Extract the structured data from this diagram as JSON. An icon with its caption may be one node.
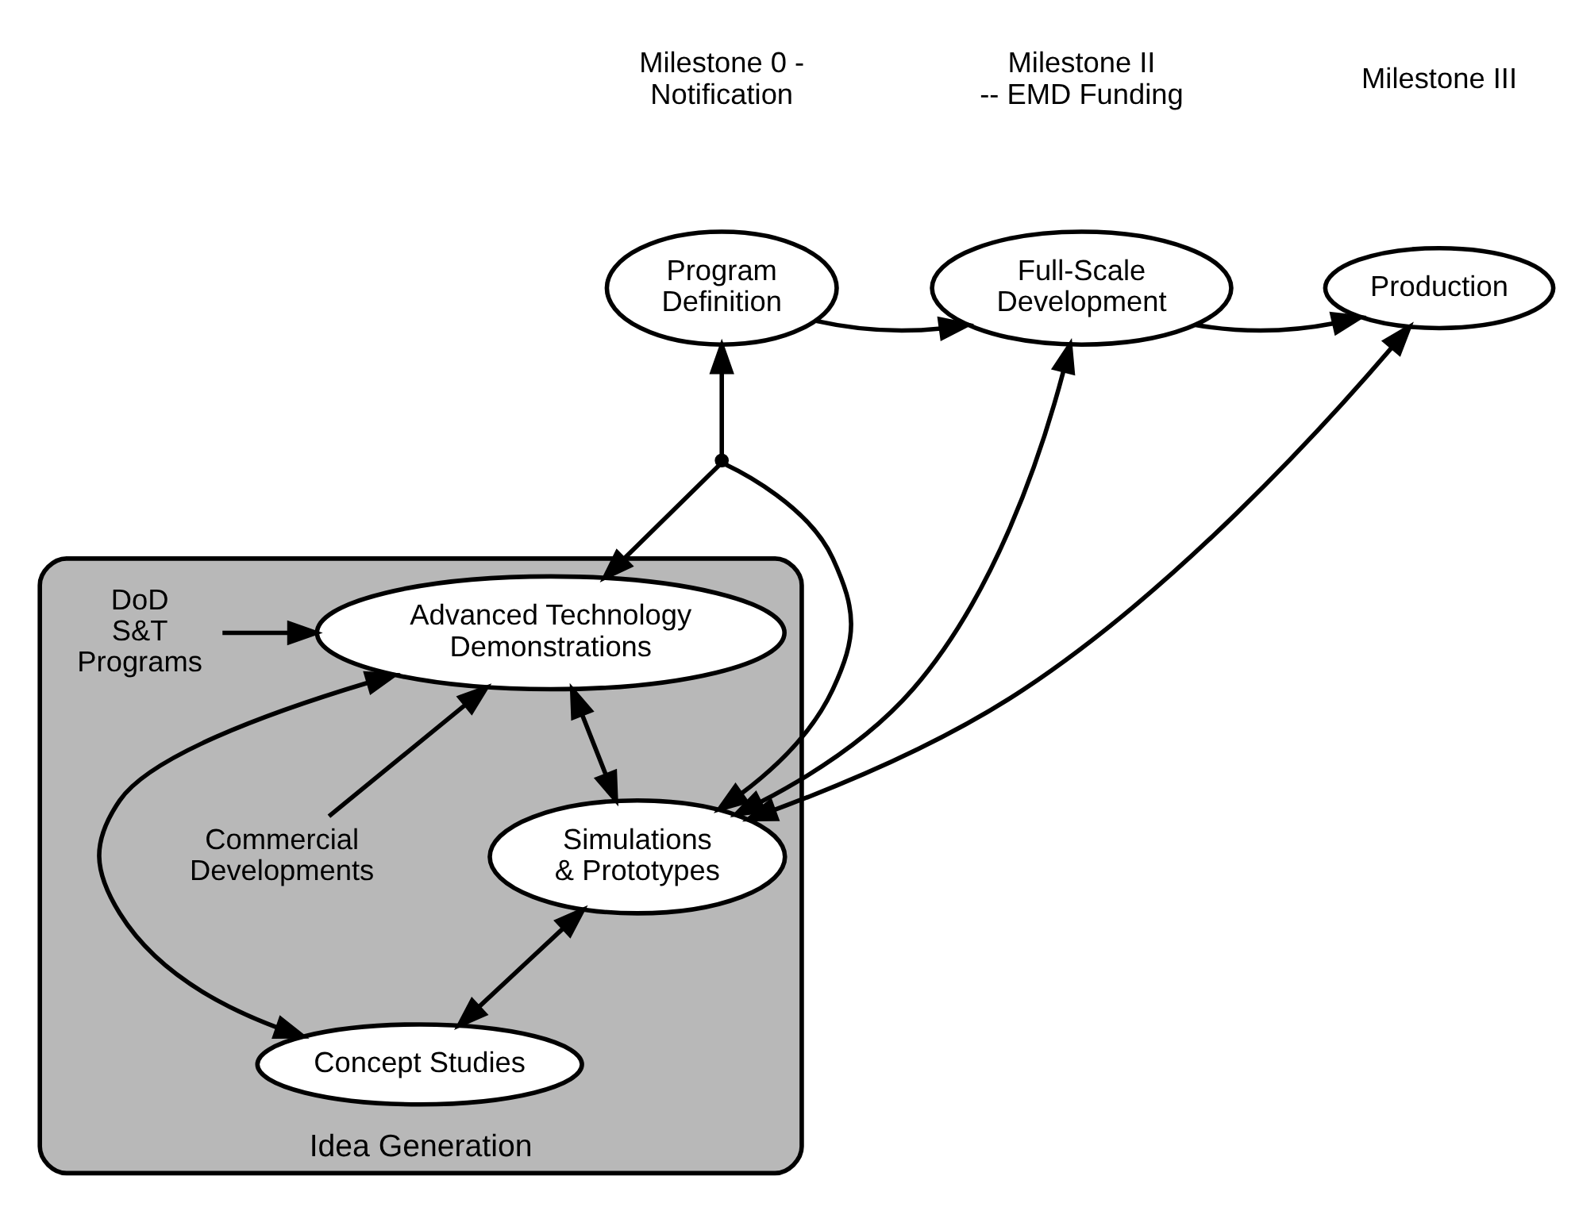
{
  "diagram": {
    "nodes": [
      {
        "text": [
          "Program Definition"
        ]
      },
      {
        "text": [
          "Full-Scale Development"
        ]
      },
      {
        "text": [
          "Production"
        ]
      },
      {
        "text": [
          "Idea Generation"
        ]
      },
      {
        "text": [
          "Advanced Technology Demonstrations"
        ],
        "in": 3
      },
      {
        "text": [
          "Simulations & Prototypes"
        ],
        "in": 3
      },
      {
        "text": [
          "Concept Studies"
        ],
        "in": 3
      },
      {
        "text": [
          "DoD S&T Programs"
        ],
        "in": 3
      },
      {
        "text": [
          "Commercial Developments"
        ],
        "in": 3
      },
      {
        "text": [],
        "shape": "point"
      }
    ],
    "edges": [
      {
        "from": 0,
        "to": 1,
        "arrow": "to"
      },
      {
        "from": 1,
        "to": 2,
        "arrow": "to"
      },
      {
        "from": 9,
        "to": 0,
        "arrow": "to"
      },
      {
        "from": 9,
        "to": 4,
        "arrow": "to"
      },
      {
        "from": 9,
        "to": 5,
        "arrow": "to"
      },
      {
        "from": 1,
        "to": 5,
        "arrow": "both"
      },
      {
        "from": 2,
        "to": 5,
        "arrow": "both"
      },
      {
        "from": 7,
        "to": 4,
        "arrow": "to"
      },
      {
        "from": 8,
        "to": 4,
        "arrow": "to"
      },
      {
        "from": 4,
        "to": 5,
        "arrow": "both"
      },
      {
        "from": 4,
        "to": 6,
        "arrow": "both"
      },
      {
        "from": 6,
        "to": 5,
        "arrow": "both"
      }
    ],
    "labels": [
      "Milestone 0 - Notification",
      "Milestone II -- EMD Funding",
      "Milestone III"
    ]
  }
}
